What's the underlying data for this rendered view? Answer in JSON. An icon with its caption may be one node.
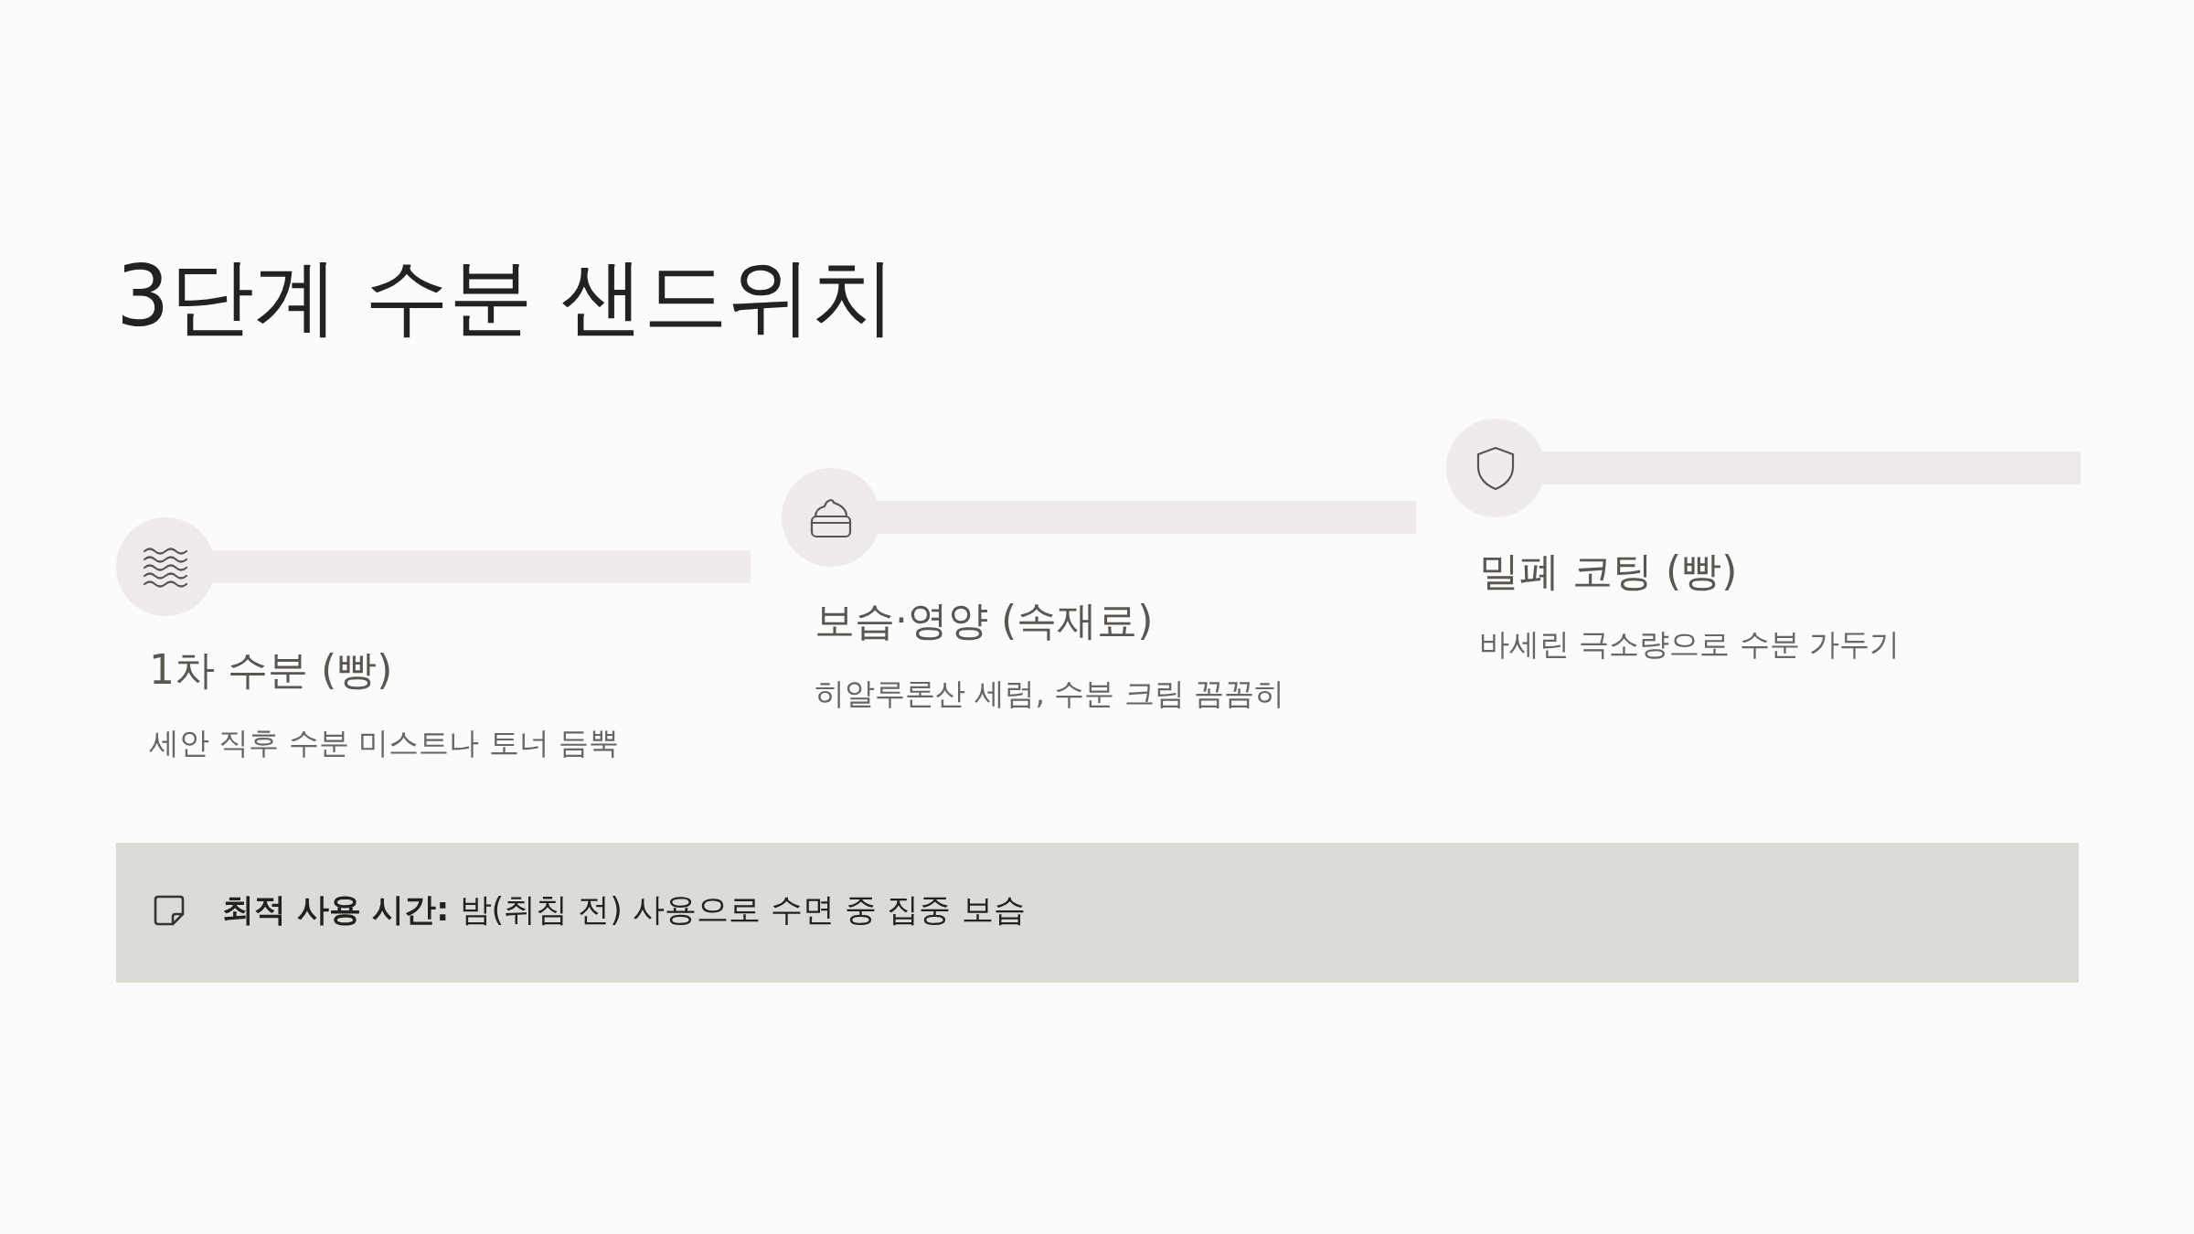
{
  "diagram": {
    "title": "3단계 수분 샌드위치",
    "nodes": [
      {
        "text": [
          "1차 수분 (빵)",
          "세안 직후 수분 미스트나 토너 듬뿍"
        ]
      },
      {
        "text": [
          "보습·영양 (속재료)",
          "히알루론산 세럼, 수분 크림 꼼꼼히"
        ]
      },
      {
        "text": [
          "밀폐 코팅 (빵)",
          "바세린 극소량으로 수분 가두기"
        ]
      },
      {
        "text": [
          "**최적 사용 시간:** 밤(취침 전) 사용으로 수면 중 집중 보습"
        ]
      }
    ]
  }
}
